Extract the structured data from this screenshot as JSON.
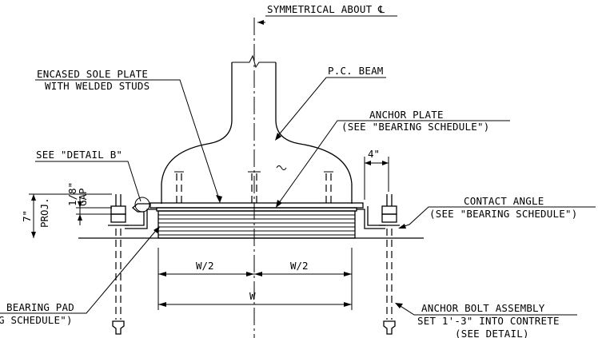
{
  "labels": {
    "symmetry": "SYMMETRICAL ABOUT ℄",
    "encased_line1": "ENCASED SOLE PLATE",
    "encased_line2": "WITH WELDED STUDS",
    "pc_beam": "P.C. BEAM",
    "anchor_plate_line1": "ANCHOR PLATE",
    "anchor_plate_line2": "(SEE \"BEARING SCHEDULE\")",
    "see_detail": "SEE \"DETAIL B\"",
    "contact_angle_line1": "CONTACT ANGLE",
    "contact_angle_line2": "(SEE \"BEARING SCHEDULE\")",
    "bearing_pad_line1": "BEARING PAD",
    "bearing_pad_line2": "G SCHEDULE\")",
    "anchor_bolt_line1": "ANCHOR BOLT ASSEMBLY",
    "anchor_bolt_line2": "SET 1'-3\" INTO CONTRETE",
    "anchor_bolt_line3": "(SEE DETAIL)"
  },
  "dimensions": {
    "half_width": "W/2",
    "width": "W",
    "gap_a": "1/8\"",
    "gap_b": "GAP",
    "projection_value": "7\"",
    "projection_label": "PROJ.",
    "offset": "4\""
  },
  "colors": {
    "ink": "#000000",
    "background": "#ffffff"
  }
}
